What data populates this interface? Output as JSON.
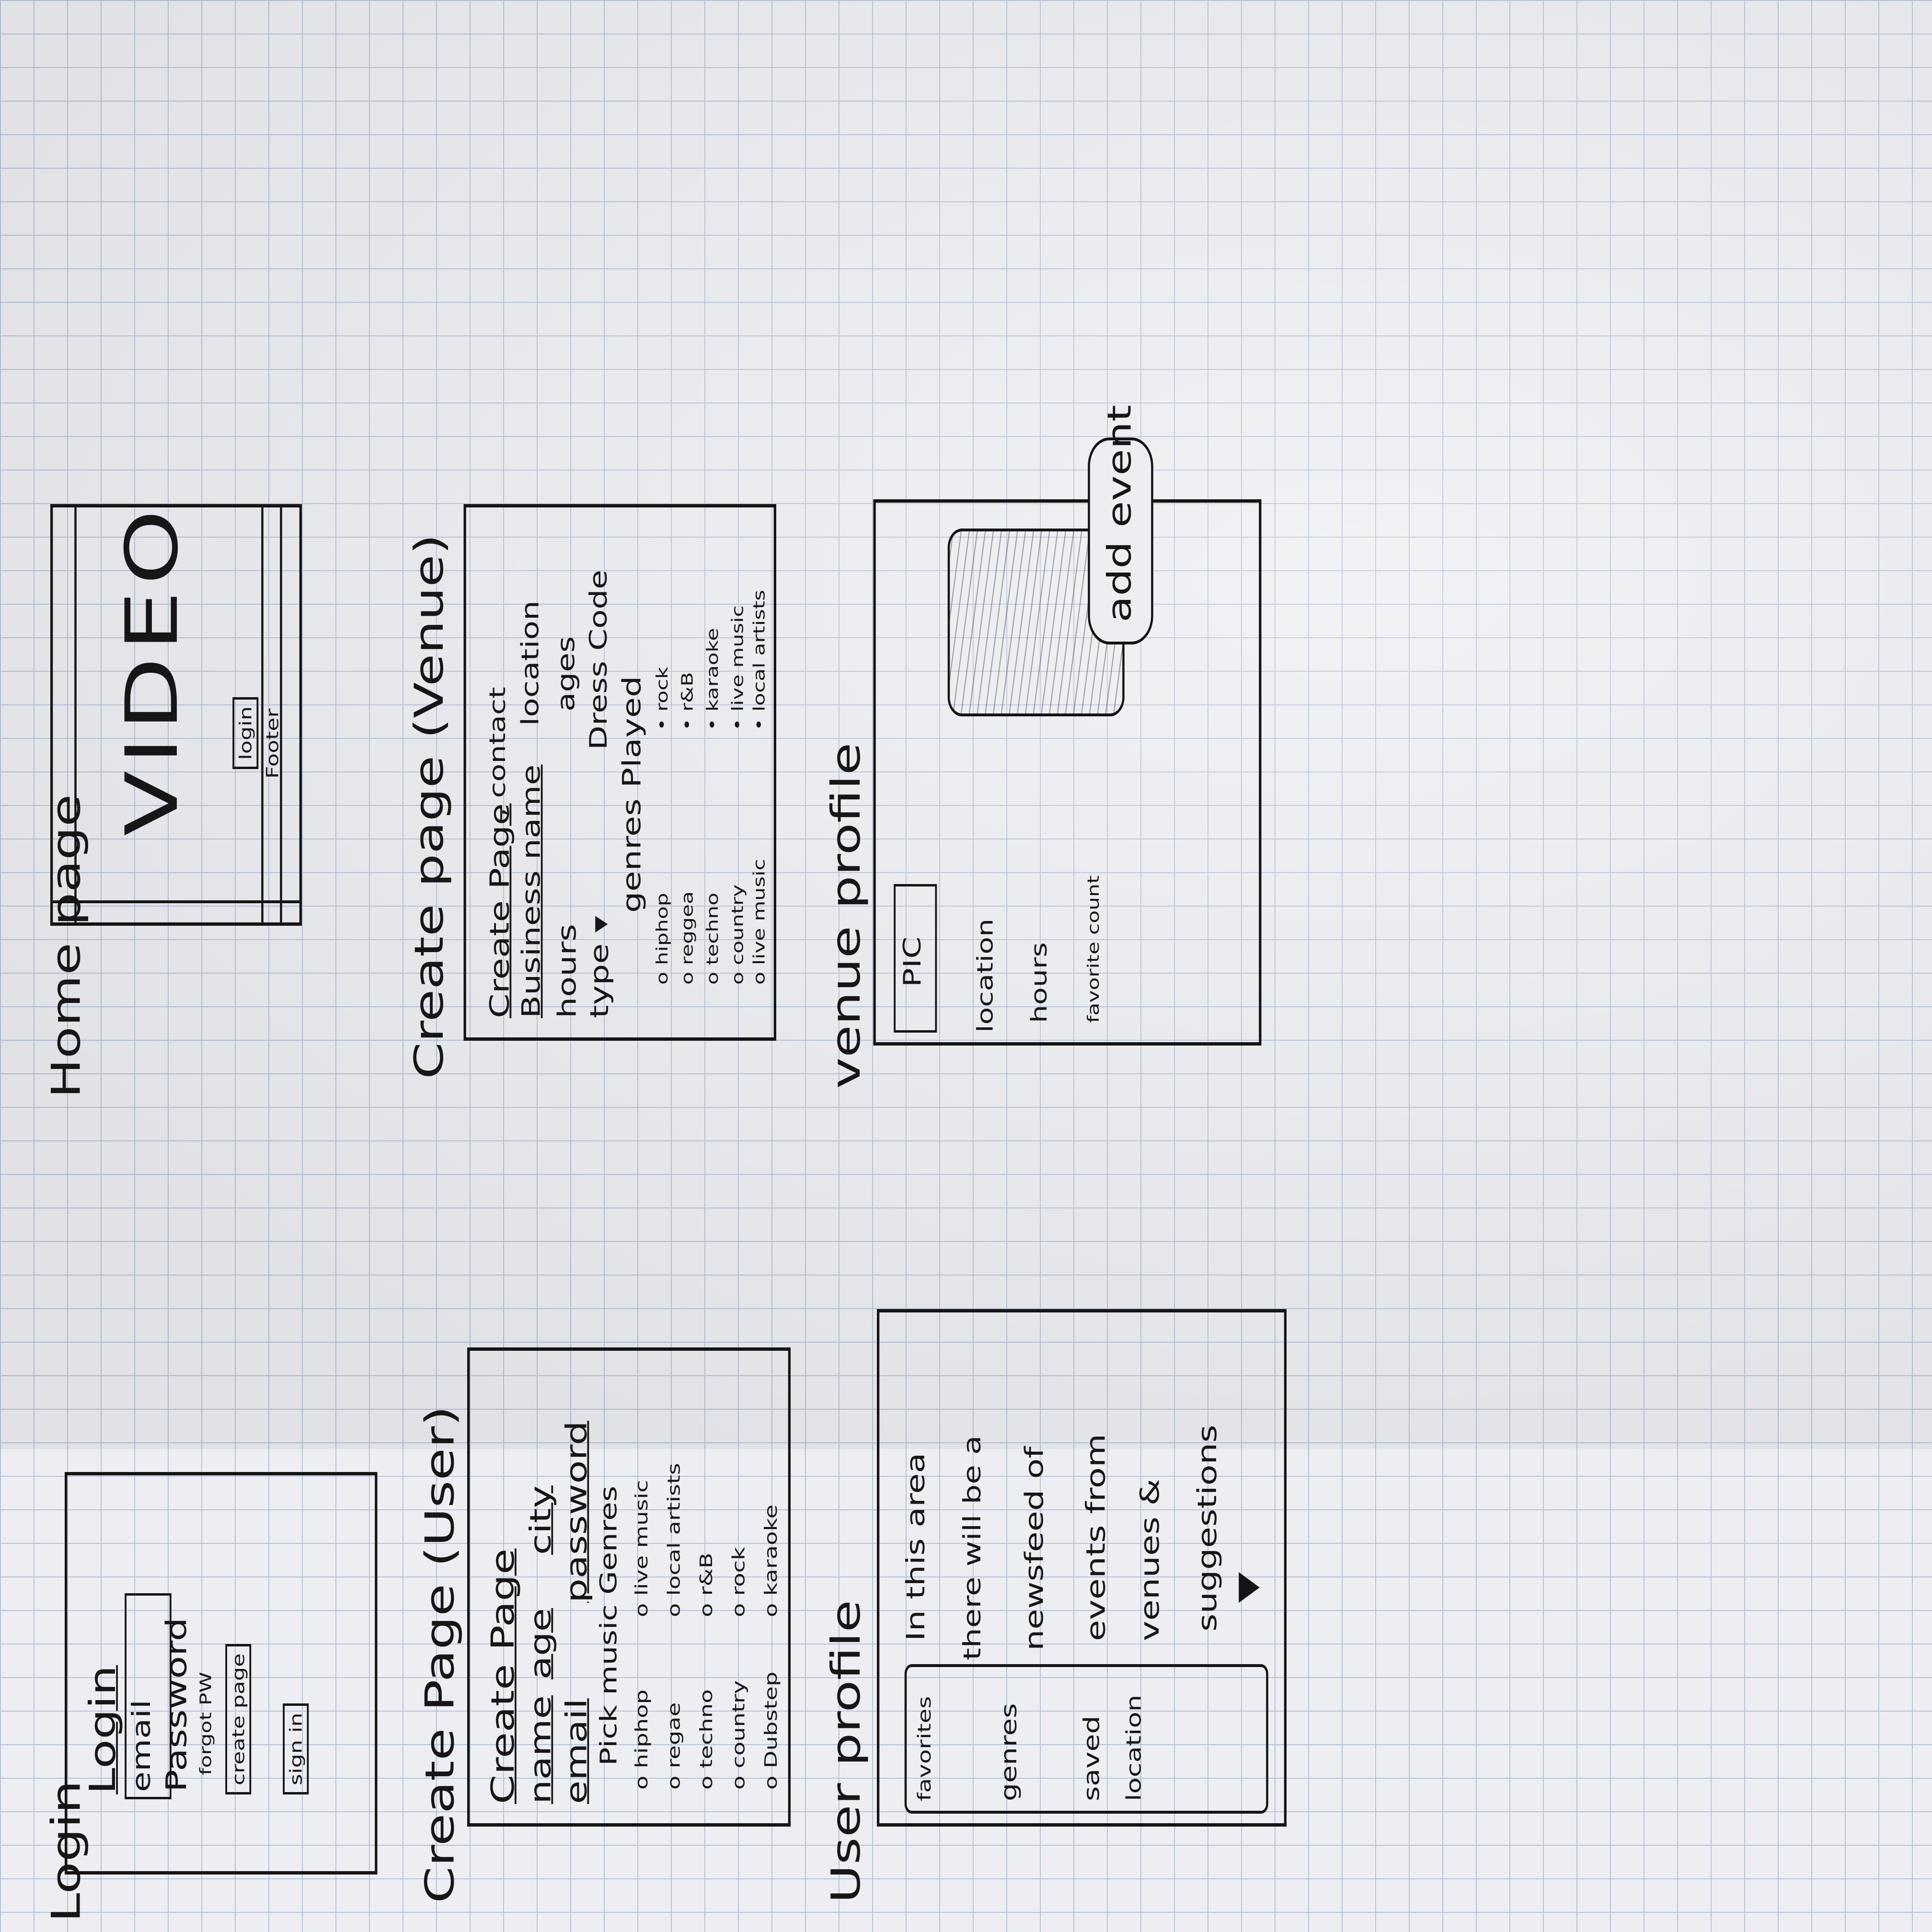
{
  "login": {
    "title": "Login",
    "heading": "Login",
    "email_label": "email",
    "password_label": "Password",
    "forgot_label": "forgot PW",
    "create_button": "create page",
    "sign_button": "sign in"
  },
  "home": {
    "title": "Home page",
    "video_label": "VIDEO",
    "login_button": "login",
    "footer_label": "Footer"
  },
  "create_user": {
    "title": "Create Page (User)",
    "heading": "Create Page",
    "field_name": "name",
    "field_age": "age",
    "field_city": "city",
    "field_email": "email",
    "field_password": "password",
    "genres_label": "Pick music Genres",
    "genres": [
      "hiphop",
      "live music",
      "regae",
      "local artists",
      "techno",
      "r&B",
      "country",
      "rock",
      "Dubstep",
      "karaoke"
    ]
  },
  "create_venue": {
    "title": "Create page (Venue)",
    "heading": "Create Page",
    "field_business": "Business name",
    "field_contact": ", contact",
    "field_location": "location",
    "field_hours": "hours",
    "field_ages": "ages",
    "field_type": "type ▾",
    "field_dress": "Dress Code",
    "genres_label": "genres Played",
    "genres": [
      "hiphop",
      "rock",
      "reggea",
      "r&B",
      "techno",
      "karaoke",
      "country",
      "live music",
      "live music",
      "local artists"
    ]
  },
  "user_profile": {
    "title": "User profile",
    "sidebar": [
      "favorites",
      "genres",
      "saved",
      "location"
    ],
    "feed_lines": [
      "In this area",
      "there will be a",
      "newsfeed of",
      "events from",
      "venues &",
      "suggestions"
    ]
  },
  "venue_profile": {
    "title": "venue profile",
    "pic_label": "PIC",
    "location_label": "location",
    "hours_label": "hours",
    "favorite_label": "favorite count",
    "add_event_button": "add event"
  }
}
